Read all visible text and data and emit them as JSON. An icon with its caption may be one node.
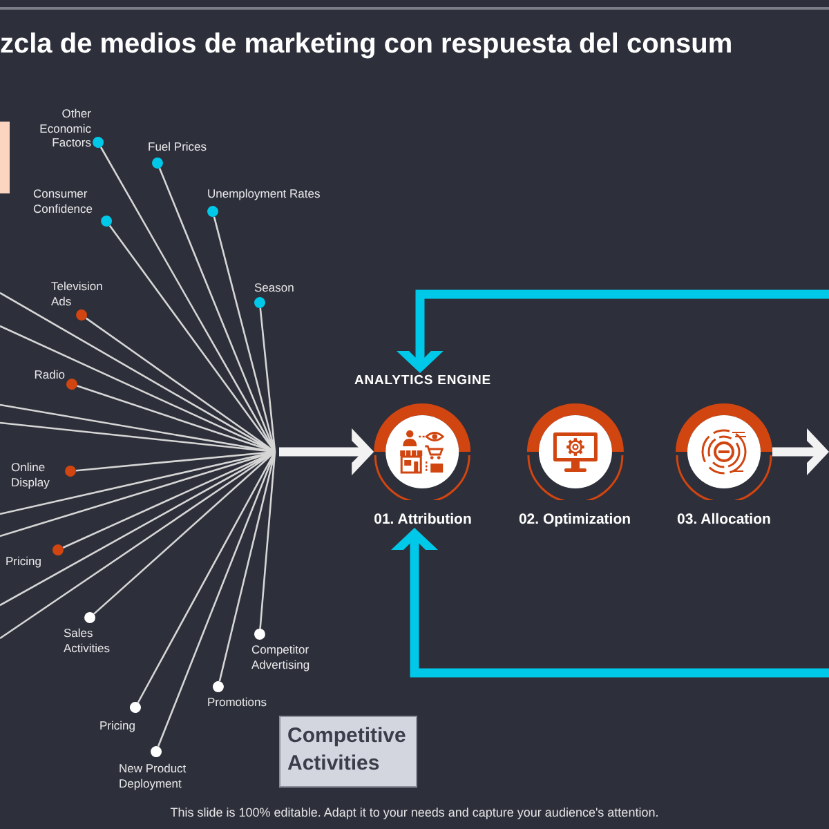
{
  "diagram": {
    "title": "zcla de medios de marketing con respuesta del consum",
    "nodes": [
      {
        "text": [],
        "shape": "box"
      },
      {
        "text": [
          "Other Economic Factors"
        ]
      },
      {
        "text": [
          "Fuel Prices"
        ]
      },
      {
        "text": [
          "Consumer Confidence"
        ]
      },
      {
        "text": [
          "Unemployment Rates"
        ]
      },
      {
        "text": [
          "Television Ads"
        ]
      },
      {
        "text": [
          "Season"
        ]
      },
      {
        "text": [
          "Radio"
        ]
      },
      {
        "text": [
          "ANALYTICS ENGINE"
        ]
      },
      {
        "text": [
          "Online Display"
        ]
      },
      {
        "text": [
          "01. Attribution"
        ]
      },
      {
        "text": [
          "02. Optimization"
        ]
      },
      {
        "text": [
          "03. Allocation"
        ]
      },
      {
        "text": [
          "Pricing"
        ]
      },
      {
        "text": [
          "Sales Activities"
        ]
      },
      {
        "text": [
          "Competitor Advertising"
        ]
      },
      {
        "text": [
          "Promotions"
        ]
      },
      {
        "text": [
          "Pricing"
        ]
      },
      {
        "text": [
          "Competitive Activities"
        ]
      },
      {
        "text": [
          "New Product Deployment"
        ]
      }
    ],
    "edges": [
      {
        "from": 1,
        "to": null,
        "arrow": "other"
      },
      {
        "from": 2,
        "to": null,
        "arrow": "other"
      },
      {
        "from": 3,
        "to": null,
        "arrow": "other"
      },
      {
        "from": 4,
        "to": null,
        "arrow": "other"
      },
      {
        "from": 5,
        "to": null,
        "arrow": "other"
      },
      {
        "from": 6,
        "to": null,
        "arrow": "other"
      },
      {
        "from": 7,
        "to": null,
        "arrow": "other"
      },
      {
        "from": 9,
        "to": null,
        "arrow": "other"
      },
      {
        "from": 13,
        "to": null,
        "arrow": "other"
      },
      {
        "from": 14,
        "to": null,
        "arrow": "other"
      },
      {
        "from": 15,
        "to": null,
        "arrow": "other"
      },
      {
        "from": 16,
        "to": null,
        "arrow": "other"
      },
      {
        "from": 17,
        "to": null,
        "arrow": "other"
      },
      {
        "from": 19,
        "to": null,
        "arrow": "other"
      },
      {
        "from": null,
        "to": 10,
        "arrow": "to",
        "style": "thick"
      },
      {
        "from": 12,
        "to": null,
        "arrow": "to",
        "style": "thick"
      },
      {
        "from": null,
        "to": 8,
        "arrow": "to",
        "style": "thick",
        "color": "#00c8e8"
      },
      {
        "from": null,
        "to": 10,
        "arrow": "to",
        "style": "thick",
        "color": "#00c8e8"
      }
    ],
    "labels": [
      "This slide is 100% editable. Adapt it to your needs and capture your audience's attention."
    ]
  }
}
